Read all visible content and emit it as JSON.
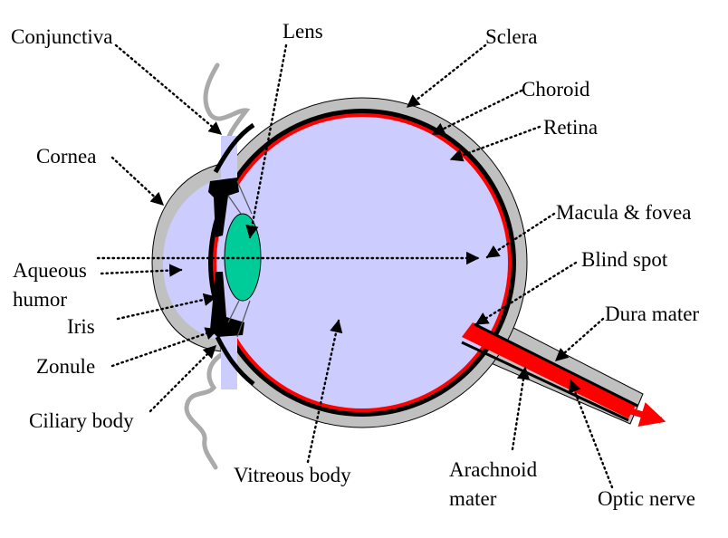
{
  "labels": {
    "conjunctiva": "Conjunctiva",
    "lens": "Lens",
    "sclera": "Sclera",
    "choroid": "Choroid",
    "retina": "Retina",
    "cornea": "Cornea",
    "macula_fovea": "Macula & fovea",
    "aqueous_line1": "Aqueous",
    "aqueous_line2": "humor",
    "blind_spot": "Blind spot",
    "iris": "Iris",
    "dura_mater": "Dura mater",
    "zonule": "Zonule",
    "ciliary_body": "Ciliary body",
    "vitreous_body": "Vitreous body",
    "arachnoid_line1": "Arachnoid",
    "arachnoid_line2": "mater",
    "optic_nerve": "Optic nerve"
  },
  "colors": {
    "sclera": "#c0c0c0",
    "choroid": "#000000",
    "retina": "#ff0000",
    "vitreous": "#ccccff",
    "lens": "#00cc99",
    "iris": "#000000",
    "optic_nerve": "#ff0000",
    "conjunctiva": "#aaaaaa"
  }
}
